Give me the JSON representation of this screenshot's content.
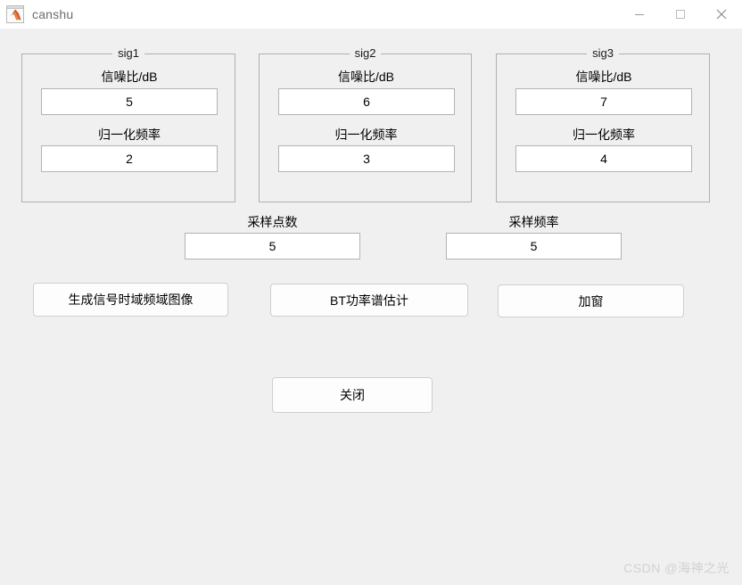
{
  "window": {
    "title": "canshu",
    "icon": "matlab-icon",
    "controls": [
      {
        "name": "minimize",
        "glyph": "minimize-icon"
      },
      {
        "name": "maximize",
        "glyph": "maximize-icon"
      },
      {
        "name": "close",
        "glyph": "close-icon"
      }
    ]
  },
  "panels": [
    {
      "title": "sig1",
      "snr_label": "信噪比/dB",
      "snr_value": "5",
      "freq_label": "归一化频率",
      "freq_value": "2"
    },
    {
      "title": "sig2",
      "snr_label": "信噪比/dB",
      "snr_value": "6",
      "freq_label": "归一化频率",
      "freq_value": "3"
    },
    {
      "title": "sig3",
      "snr_label": "信噪比/dB",
      "snr_value": "7",
      "freq_label": "归一化频率",
      "freq_value": "4"
    }
  ],
  "sampling": {
    "points_label": "采样点数",
    "points_value": "5",
    "freq_label": "采样频率",
    "freq_value": "5"
  },
  "buttons": {
    "generate": "生成信号时域频域图像",
    "bt_psd": "BT功率谱估计",
    "window": "加窗",
    "close": "关闭"
  },
  "watermark": "CSDN @海神之光",
  "colors": {
    "background": "#f0f0f0",
    "titlebar": "#ffffff",
    "panel_border": "#b0b0b0",
    "field_border": "#b3b3b3",
    "button_border": "#cfcfcf",
    "button_bg": "#fdfdfd",
    "text": "#000000",
    "title_text": "#6d6d6d",
    "watermark": "#d2d2d2"
  }
}
